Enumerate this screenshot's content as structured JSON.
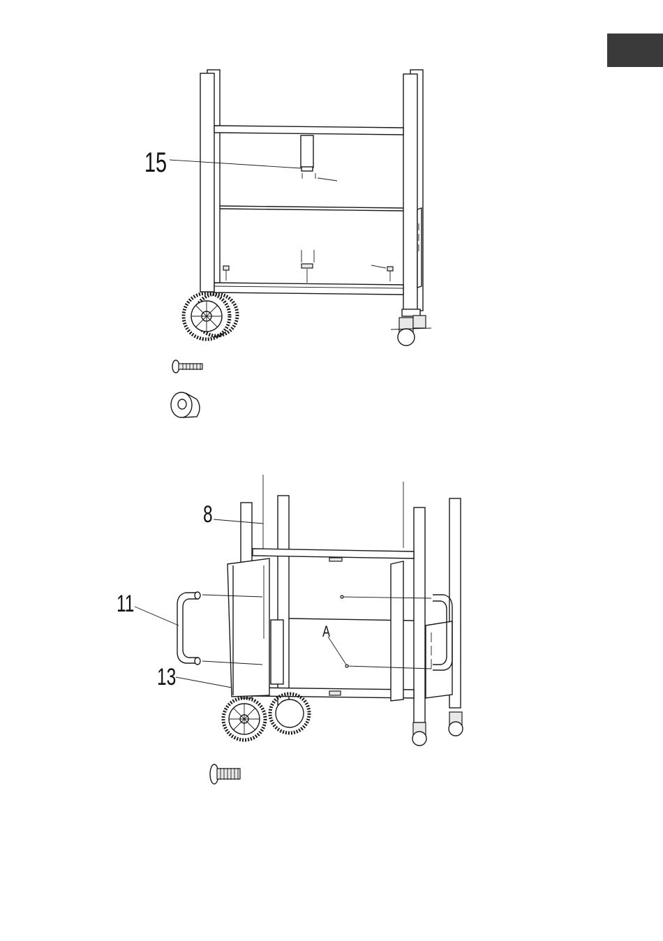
{
  "page": {
    "tab_color": "#3a3a3a"
  },
  "figure_1": {
    "callouts": [
      {
        "id": "15",
        "label": "15"
      }
    ],
    "hardware": [
      "bolt-icon",
      "spacer-bushing-icon"
    ]
  },
  "figure_2": {
    "callouts": [
      {
        "id": "8",
        "label": "8"
      },
      {
        "id": "11",
        "label": "11"
      },
      {
        "id": "13",
        "label": "13"
      },
      {
        "id": "A",
        "label": "A"
      }
    ],
    "hardware": [
      "screw-icon"
    ]
  }
}
